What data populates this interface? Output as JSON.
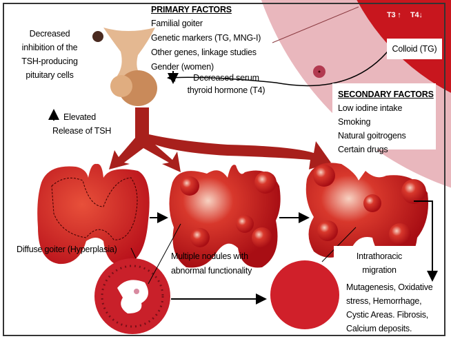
{
  "primary_factors": {
    "title": "PRIMARY FACTORS",
    "items": [
      "Familial goiter",
      "Genetic markers (TG, MNG-I)",
      "Other genes, linkage studies",
      "Gender (women)"
    ]
  },
  "secondary_factors": {
    "title": "SECONDARY FACTORS",
    "items": [
      "Low iodine intake",
      "Smoking",
      "Natural goitrogens",
      "Certain drugs"
    ]
  },
  "pituitary_label": [
    "Decreased",
    "inhibition of the",
    "TSH-producing",
    "pituitary cells"
  ],
  "serum_label": [
    "Decreased serum",
    "thyroid  hormone (T4)"
  ],
  "tsh_label": [
    "Elevated",
    "Release of TSH"
  ],
  "hormones": {
    "t3": "T3 ↑",
    "t4": "T4↓"
  },
  "colloid_label": "Colloid (TG)",
  "stages": {
    "diffuse": "Diffuse goiter (Hyperplasia)",
    "nodules": [
      "Multiple nodules with",
      "abnormal  functionality"
    ],
    "migration": [
      "Intrathoracic",
      "migration"
    ],
    "outcomes": [
      "Mutagenesis, Oxidative",
      " stress, Hemorrhage,",
      "Cystic Areas. Fibrosis,",
      "Calcium deposits."
    ]
  },
  "colors": {
    "thyroid": "#c8161e",
    "tissue": "#e9b7bd",
    "pituitary": "#d9a37a",
    "vessel": "#a8201c"
  }
}
